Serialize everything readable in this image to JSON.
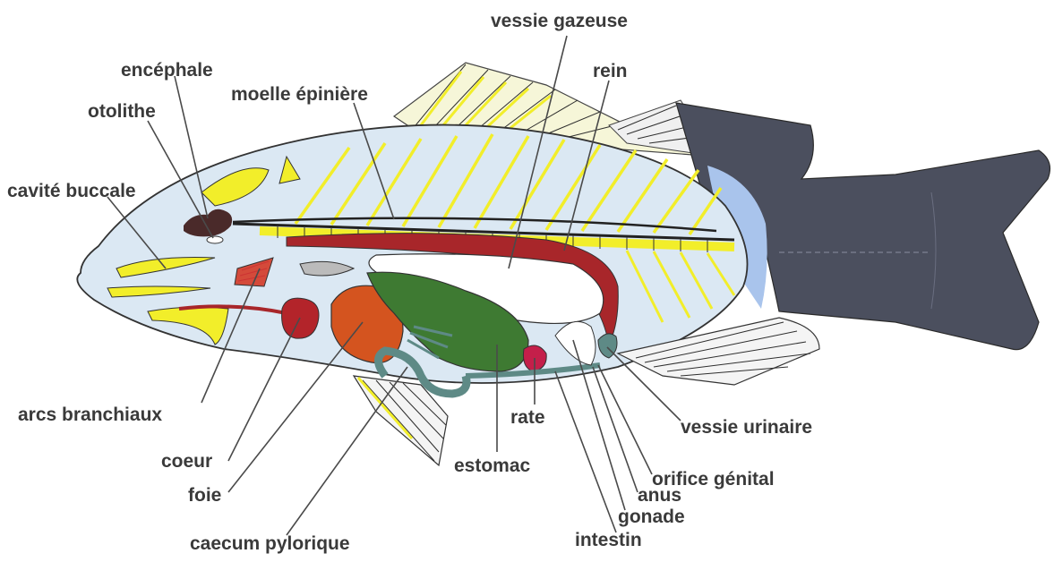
{
  "labels": {
    "vessie_gazeuse": "vessie gazeuse",
    "rein": "rein",
    "encephale": "encéphale",
    "moelle_epiniere": "moelle épinière",
    "otolithe": "otolithe",
    "cavite_buccale": "cavité buccale",
    "arcs_branchiaux": "arcs branchiaux",
    "coeur": "coeur",
    "foie": "foie",
    "caecum_pylorique": "caecum pylorique",
    "estomac": "estomac",
    "rate": "rate",
    "vessie_urinaire": "vessie urinaire",
    "orifice_genital": "orifice génital",
    "anus": "anus",
    "gonade": "gonade",
    "intestin": "intestin"
  },
  "colors": {
    "body_fill": "#dbe8f3",
    "bone_yellow": "#f2ee2a",
    "tail_dark": "#4b4f5e",
    "tail_light": "#a9c4ec",
    "kidney": "#a8262a",
    "liver": "#d4541f",
    "stomach": "#3e7a32",
    "heart": "#b3242a",
    "spleen": "#c41f4a",
    "caecum": "#5e8a86",
    "brain": "#4a2a2a"
  }
}
